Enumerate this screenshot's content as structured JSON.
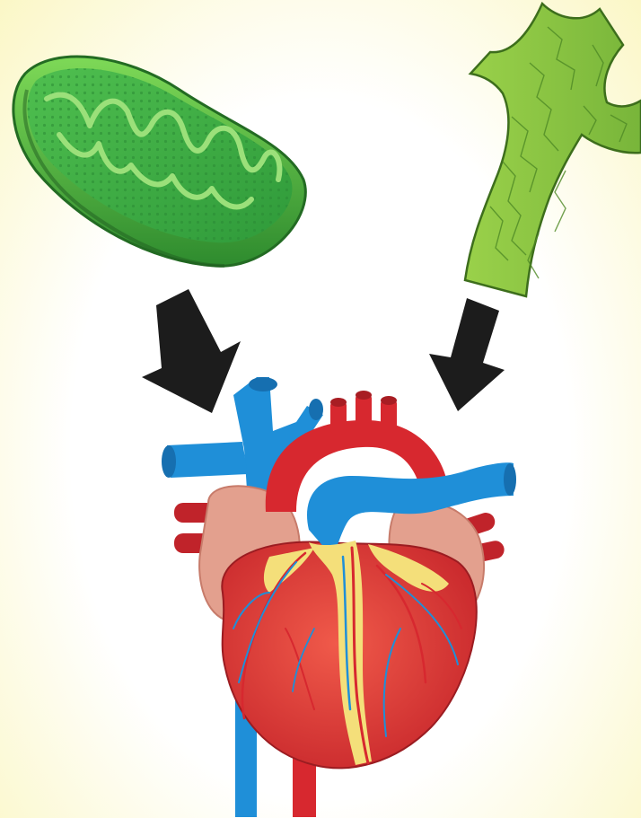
{
  "diagram": {
    "nodes": [
      {
        "id": "mitochondrion",
        "icon": "mitochondrion-icon"
      },
      {
        "id": "blood-vessel",
        "icon": "blood-vessel-icon"
      },
      {
        "id": "heart",
        "icon": "heart-icon"
      }
    ],
    "edges": [
      {
        "from": "mitochondrion",
        "to": "heart"
      },
      {
        "from": "blood-vessel",
        "to": "heart"
      }
    ]
  },
  "colors": {
    "background_edge": "#fbf7c6",
    "mitochondrion_green": "#3fa83f",
    "vessel_green": "#8cc63e",
    "arrow": "#1c1c1c",
    "artery_red": "#d7282f",
    "vein_blue": "#1f8fd8",
    "atrium_pink": "#e3a08e",
    "fat_yellow": "#f4df7a"
  }
}
